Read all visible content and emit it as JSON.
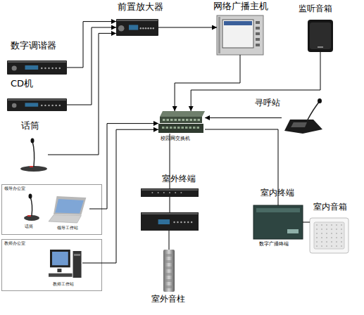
{
  "diagram": {
    "nodes": [
      {
        "text": [
          "前置放大器"
        ]
      },
      {
        "text": [
          "网络广播主机"
        ]
      },
      {
        "text": [
          "监听音箱"
        ]
      },
      {
        "text": [
          "数字调谐器"
        ]
      },
      {
        "text": [
          "CD机"
        ]
      },
      {
        "text": [
          "寻呼站"
        ]
      },
      {
        "text": [
          "话筒"
        ]
      },
      {
        "text": [
          "校园网交换机"
        ]
      },
      {
        "text": [
          "室外终端"
        ]
      },
      {
        "text": [
          "室内终端",
          "数字广播终端"
        ]
      },
      {
        "text": [
          "室内音箱"
        ]
      },
      {
        "text": [
          "领导办公室"
        ]
      },
      {
        "text": [
          "话筒"
        ],
        "in": 11
      },
      {
        "text": [
          "领导工作站"
        ],
        "in": 11
      },
      {
        "text": [
          "教师办公室"
        ]
      },
      {
        "text": [
          "教师工作站"
        ],
        "in": 14
      },
      {
        "text": [
          "室外音柱"
        ]
      }
    ],
    "edges": [
      {
        "from": 3,
        "to": 0,
        "arrow": "to"
      },
      {
        "from": 4,
        "to": 0,
        "arrow": "to"
      },
      {
        "from": 6,
        "to": 0,
        "arrow": "to"
      },
      {
        "from": 0,
        "to": 1,
        "arrow": "to"
      },
      {
        "from": 1,
        "to": 7,
        "arrow": "to"
      },
      {
        "from": 2,
        "to": 7,
        "arrow": "to"
      },
      {
        "from": 5,
        "to": 7,
        "arrow": "to"
      },
      {
        "from": 13,
        "to": 7,
        "arrow": "to"
      },
      {
        "from": 15,
        "to": 7,
        "arrow": "to"
      },
      {
        "from": 7,
        "to": 8,
        "arrow": "none"
      },
      {
        "from": 8,
        "to": 16,
        "arrow": "none"
      },
      {
        "from": 7,
        "to": 9,
        "arrow": "none"
      },
      {
        "from": 9,
        "to": 10,
        "arrow": "none"
      }
    ]
  }
}
